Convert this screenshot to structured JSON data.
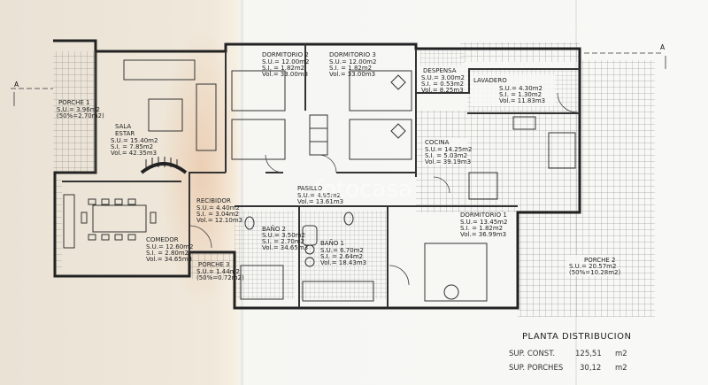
{
  "rooms": [
    {
      "id": "porche1",
      "name": "PORCHE 1",
      "lines": [
        "S.U.=  3.96m2",
        "(50%=2.70m2)"
      ]
    },
    {
      "id": "sala",
      "name": "SALA",
      "name2": "ESTAR",
      "lines": [
        "S.U.= 15.40m2",
        "S.I. =  7.85m2",
        "Vol.= 42.35m3"
      ]
    },
    {
      "id": "comedor",
      "name": "COMEDOR",
      "lines": [
        "S.U.= 12.60m2",
        "S.I. =  2.80m2",
        "Vol.= 34.65m3"
      ]
    },
    {
      "id": "recibidor",
      "name": "RECIBIDOR",
      "lines": [
        "S.U.=  4.40m2",
        "S.I. =  3.04m2",
        "Vol.= 12.10m3"
      ]
    },
    {
      "id": "porche3",
      "name": "PORCHE 3",
      "lines": [
        "S.U.=  1.44m2",
        "(50%=0.72m2)"
      ]
    },
    {
      "id": "dorm2",
      "name": "DORMITORIO 2",
      "lines": [
        "S.U.= 12.00m2",
        "S.I. =  1.82m2",
        "Vol.= 33.00m3"
      ]
    },
    {
      "id": "dorm3",
      "name": "DORMITORIO 3",
      "lines": [
        "S.U.= 12.00m2",
        "S.I. =  1.82m2",
        "Vol.= 33.00m3"
      ]
    },
    {
      "id": "despensa",
      "name": "DESPENSA",
      "lines": [
        "S.U.=  3.00m2",
        "S.I. =  0.53m2",
        "Vol.=  8.25m3"
      ]
    },
    {
      "id": "lavadero",
      "name": "LAVADERO",
      "lines": [
        "S.U.=  4.30m2",
        "S.I. =  1.30m2",
        "Vol.= 11.83m3"
      ]
    },
    {
      "id": "cocina",
      "name": "COCINA",
      "lines": [
        "S.U.= 14.25m2",
        "S.I. =  5.03m2",
        "Vol.= 39.19m3"
      ]
    },
    {
      "id": "pasillo",
      "name": "PASILLO",
      "lines": [
        "S.U.=  4.95m2",
        "Vol.= 13.61m3"
      ]
    },
    {
      "id": "bano2",
      "name": "BAÑO 2",
      "lines": [
        "S.U.=  3.50m2",
        "S.I. =  2.70m2",
        "Vol.= 34.65m3"
      ]
    },
    {
      "id": "bano1",
      "name": "BAÑO 1",
      "lines": [
        "S.U.=  6.70m2",
        "S.I. =  2.64m2",
        "Vol.= 18.43m3"
      ]
    },
    {
      "id": "dorm1",
      "name": "DORMITORIO 1",
      "lines": [
        "S.U.= 13.45m2",
        "S.I. =  1.82m2",
        "Vol.= 36.99m3"
      ]
    },
    {
      "id": "porche2",
      "name": "PORCHE 2",
      "lines": [
        "S.U.= 20.57m2",
        "(50%=10.28m2)"
      ]
    }
  ],
  "section_marks": [
    "A",
    "A"
  ],
  "watermark": "fotocasa",
  "title": "PLANTA DISTRIBUCION",
  "sup_const_label": "SUP. CONST.",
  "sup_const_value": "125,51",
  "sup_const_unit": "m2",
  "sup_porches_label": "SUP. PORCHES",
  "sup_porches_value": "30,12",
  "sup_porches_unit": "m2"
}
